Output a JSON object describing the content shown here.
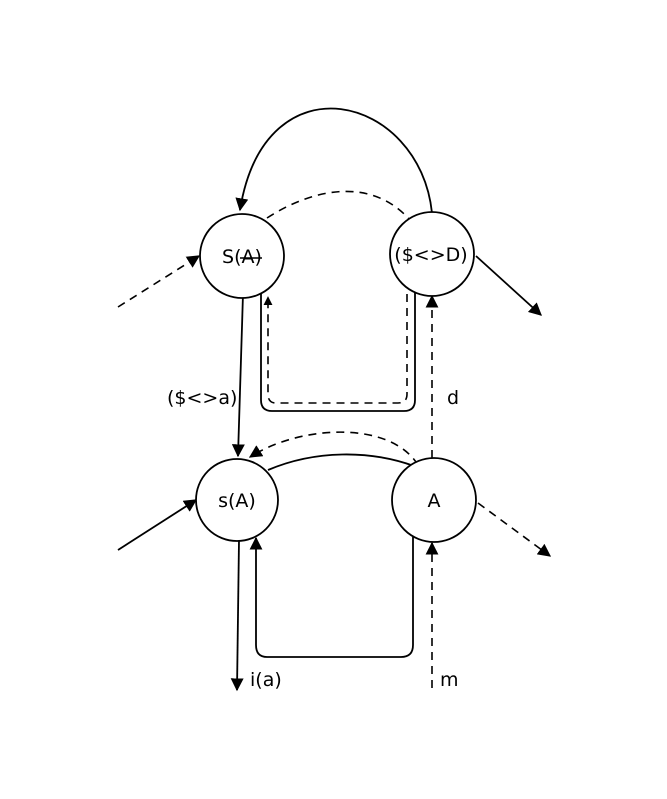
{
  "graph": {
    "nodes": {
      "upper_left": {
        "label": "S(A)",
        "barred_letter": "A"
      },
      "upper_right": {
        "label": "($<>D)"
      },
      "lower_left": {
        "label": "s(A)"
      },
      "lower_right": {
        "label": "A"
      }
    },
    "edge_labels": {
      "upper_demand": "($<>a)",
      "right_vector": "d",
      "lower_output": "i(a)",
      "lower_input": "m"
    }
  },
  "colors": {
    "stroke": "#000000",
    "background": "#ffffff"
  }
}
